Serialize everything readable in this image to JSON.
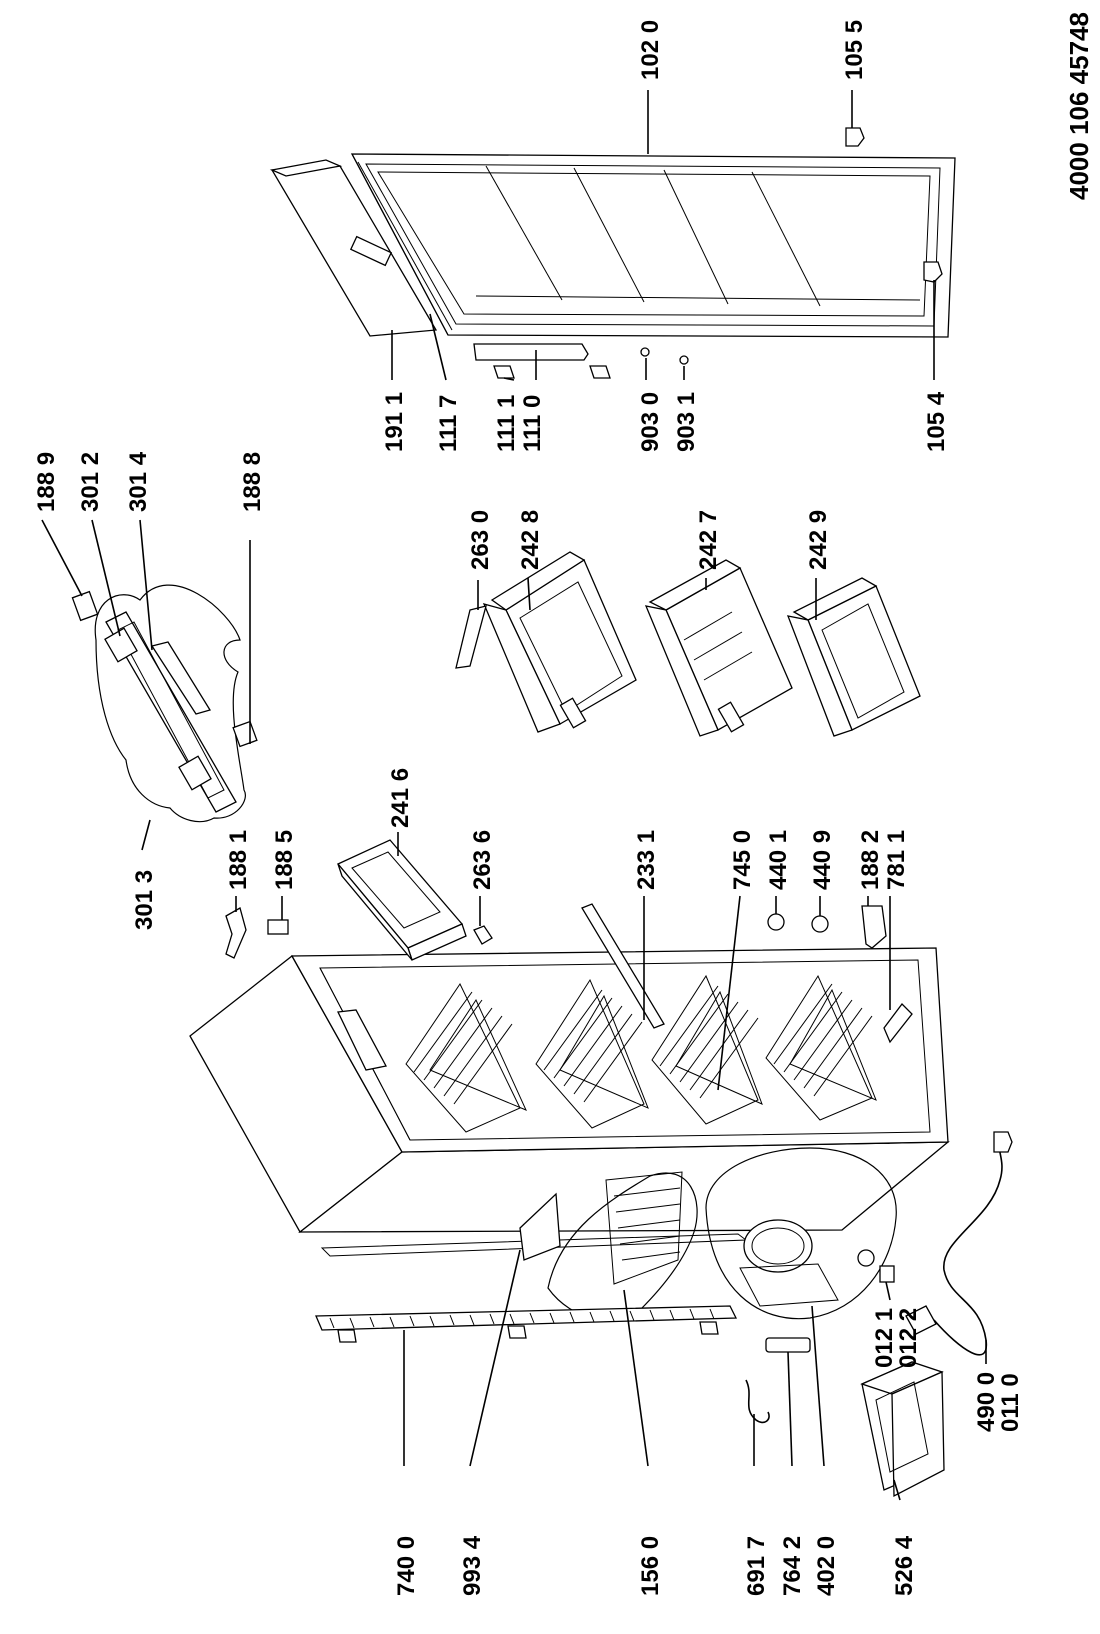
{
  "document": {
    "number": "4000 106 45748"
  },
  "labels": {
    "l1020": "102 0",
    "l1055": "105 5",
    "l1054": "105 4",
    "l9031": "903 1",
    "l9030": "903 0",
    "l1110": "111 0",
    "l1111": "111 1",
    "l1117": "111 7",
    "l1911": "191 1",
    "l1888": "188 8",
    "l3014": "301 4",
    "l3012": "301 2",
    "l1889": "188 9",
    "l3013": "301 3",
    "l1885": "188 5",
    "l1881": "188 1",
    "l2416": "241 6",
    "l2636": "263 6",
    "l2630": "263 0",
    "l2428": "242 8",
    "l2427": "242 7",
    "l2429": "242 9",
    "l2331": "233 1",
    "l7450": "745 0",
    "l4401": "440 1",
    "l4409": "440 9",
    "l1882": "188 2",
    "l7811": "781 1",
    "l0121": "012 1",
    "l0122": "012 2",
    "l4900": "490 0",
    "l0110": "011 0",
    "l7400": "740 0",
    "l9934": "993 4",
    "l1560": "156 0",
    "l6917": "691 7",
    "l7642": "764 2",
    "l4020": "402 0",
    "l5264": "526 4"
  }
}
